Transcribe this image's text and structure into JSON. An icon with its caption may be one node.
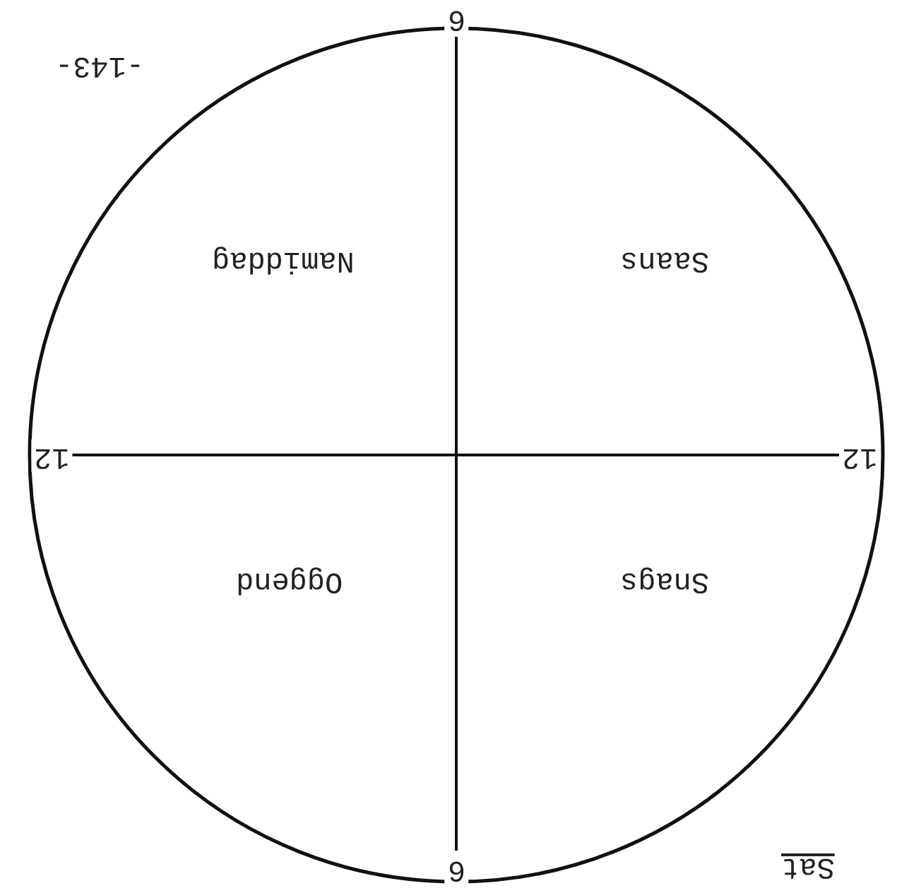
{
  "diagram": {
    "labels": [
      "-143-",
      "6",
      "Namiddag",
      "Saans",
      "12",
      "12",
      "Oggend",
      "Snags",
      "6",
      "Sat"
    ]
  }
}
